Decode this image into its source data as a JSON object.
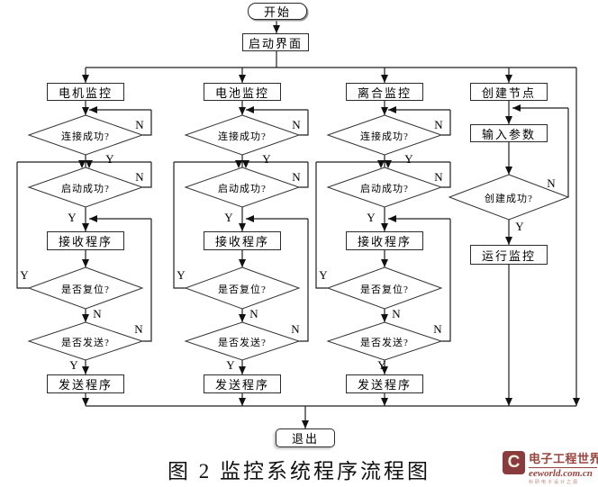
{
  "flowchart": {
    "start": "开始",
    "init_screen": "启动界面",
    "exit": "退出",
    "labels": {
      "yes": "Y",
      "no": "N"
    },
    "columns": [
      {
        "header": "电机监控",
        "connect": "连接成功?",
        "startup": "启动成功?",
        "receive": "接收程序",
        "reset": "是否复位?",
        "send": "是否发送?",
        "send_prog": "发送程序"
      },
      {
        "header": "电池监控",
        "connect": "连接成功?",
        "startup": "启动成功?",
        "receive": "接收程序",
        "reset": "是否复位?",
        "send": "是否发送?",
        "send_prog": "发送程序"
      },
      {
        "header": "离合监控",
        "connect": "连接成功?",
        "startup": "启动成功?",
        "receive": "接收程序",
        "reset": "是否复位?",
        "send": "是否发送?",
        "send_prog": "发送程序"
      }
    ],
    "node_column": {
      "header": "创建节点",
      "input": "输入参数",
      "created": "创建成功?",
      "run": "运行监控"
    }
  },
  "caption": "图 2 监控系统程序流程图",
  "watermark": {
    "logo_letter": "C",
    "site_name": "电子工程世界",
    "site_url": "eeworld.com.cn",
    "slogan": "科研电子设计之源",
    "brand_color": "#8b2a24"
  }
}
